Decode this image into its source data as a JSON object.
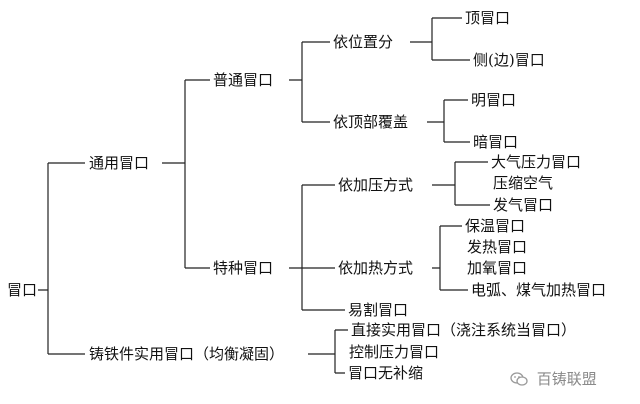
{
  "diagram": {
    "root": "冒口",
    "general": "通用冒口",
    "ordinary": "普通冒口",
    "by_position": "依位置分",
    "top_riser": "顶冒口",
    "side_riser": "侧(边)冒口",
    "by_top_cover": "依顶部覆盖",
    "open_riser": "明冒口",
    "blind_riser": "暗冒口",
    "special": "特种冒口",
    "by_pressure": "依加压方式",
    "atmospheric": "大气压力冒口",
    "compressed_air": "压缩空气",
    "gas_generating": "发气冒口",
    "by_heating": "依加热方式",
    "insulated": "保温冒口",
    "exothermic": "发热冒口",
    "oxygen_heated": "加氧冒口",
    "arc_gas_heated": "电弧、煤气加热冒口",
    "knock_off": "易割冒口",
    "cast_iron": "铸铁件实用冒口（均衡凝固）",
    "direct_practical": "直接实用冒口（浇注系统当冒口）",
    "pressure_control": "控制压力冒口",
    "no_feed": "冒口无补缩"
  },
  "watermark": {
    "text": "百铸联盟",
    "icon": "wechat-icon"
  },
  "colors": {
    "line": "#222222",
    "text": "#111111",
    "watermark": "#8a8a8a"
  }
}
